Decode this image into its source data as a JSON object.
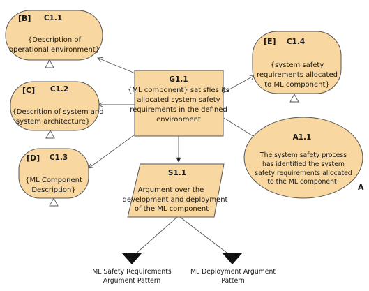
{
  "colors": {
    "node_fill": "#f8d7a0",
    "stroke": "#555555",
    "text": "#1a1a1a",
    "background": "#ffffff"
  },
  "nodes": {
    "c11": {
      "tag": "[B]",
      "id": "C1.1",
      "text": [
        "{Description of",
        "operational environment}"
      ]
    },
    "c12": {
      "tag": "[C]",
      "id": "C1.2",
      "text": [
        "{Descrition of system and",
        "system architecture}"
      ]
    },
    "c13": {
      "tag": "[D]",
      "id": "C1.3",
      "text": [
        "{ML Component",
        "Description}"
      ]
    },
    "g11": {
      "id": "G1.1",
      "text": [
        "{ML component} satisfies its",
        "allocated system safety",
        "requirements in the defined",
        "environment"
      ]
    },
    "c14": {
      "tag": "[E]",
      "id": "C1.4",
      "text": [
        "{system safety",
        "requirements allocated",
        "to ML component}"
      ]
    },
    "a11": {
      "id": "A1.1",
      "text": [
        "The system safety process",
        "has identified the system",
        "safety requirements allocated",
        "to the ML component"
      ],
      "marker": "A"
    },
    "s11": {
      "id": "S1.1",
      "text": [
        "Argument over the",
        "development and deployment",
        "of the ML component"
      ]
    },
    "p1": {
      "text": [
        "ML Safety Requirements",
        "Argument Pattern"
      ]
    },
    "p2": {
      "text": [
        "ML Deployment Argument",
        "Pattern"
      ]
    }
  }
}
